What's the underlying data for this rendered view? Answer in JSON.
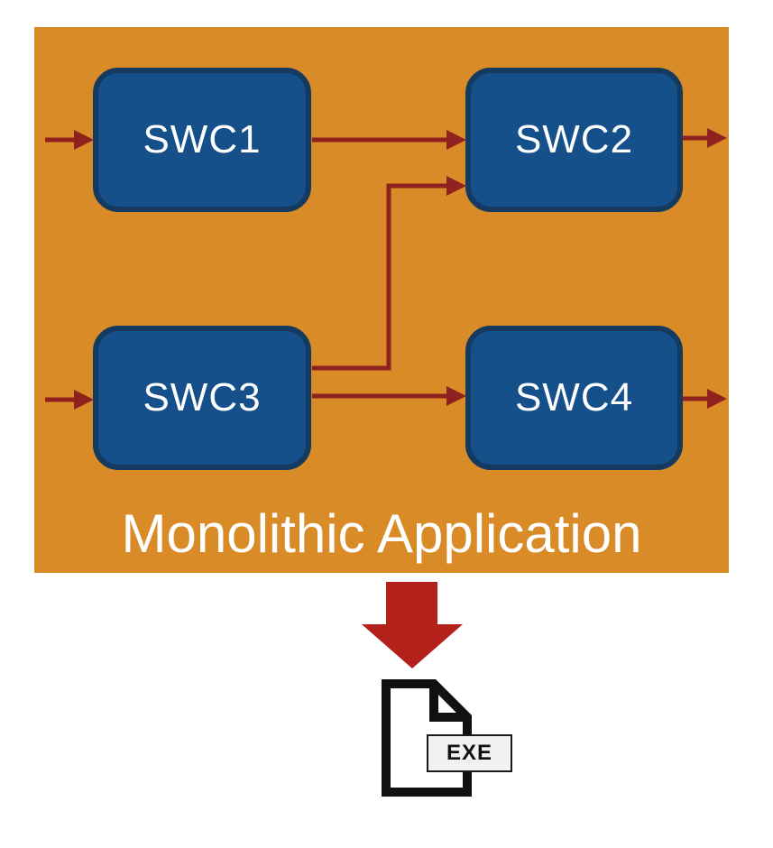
{
  "diagram": {
    "container_label": "Monolithic Application",
    "components": [
      {
        "label": "SWC1"
      },
      {
        "label": "SWC2"
      },
      {
        "label": "SWC3"
      },
      {
        "label": "SWC4"
      }
    ],
    "connections": [
      {
        "from": "external-input-top",
        "to": "SWC1"
      },
      {
        "from": "SWC1",
        "to": "SWC2"
      },
      {
        "from": "SWC2",
        "to": "external-output-top"
      },
      {
        "from": "external-input-bottom",
        "to": "SWC3"
      },
      {
        "from": "SWC3",
        "to": "SWC4"
      },
      {
        "from": "SWC3",
        "to": "SWC2"
      },
      {
        "from": "SWC4",
        "to": "external-output-bottom"
      }
    ],
    "colors": {
      "container_bg": "#d98b28",
      "component_fill": "#15508a",
      "component_border": "#153a60",
      "connector": "#8f211e",
      "build_arrow": "#b2211a",
      "label_text": "#ffffff"
    }
  },
  "artifact": {
    "file_label": "EXE"
  }
}
